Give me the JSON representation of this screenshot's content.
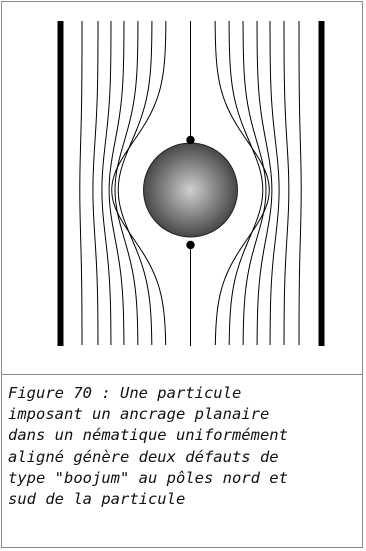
{
  "figure": {
    "caption": "Figure 70 : Une particule\nimposant un ancrage planaire\ndans un nématique uniformément\naligné génère deux défauts de\ntype \"boojum\" au pôles nord et\nsud de la particule",
    "colors": {
      "field_lines": "#000000",
      "plates": "#000000",
      "sphere_center": "#cfcfcf",
      "sphere_edge": "#3a3a3a",
      "defects": "#000000"
    },
    "field_line_count": 14,
    "defect_count": 2,
    "icons": [
      "particle-sphere",
      "boojum-defect"
    ]
  }
}
